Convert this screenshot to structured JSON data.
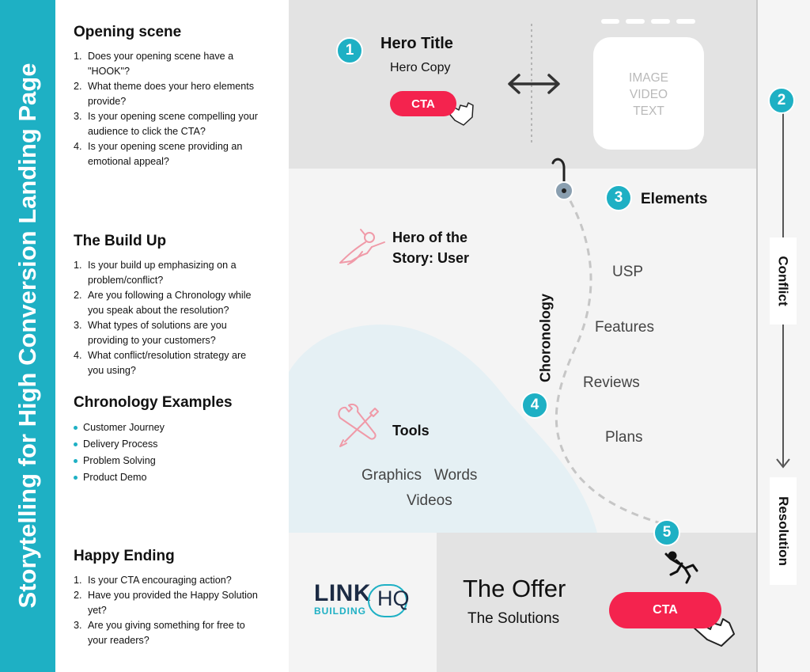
{
  "banner": {
    "title": "Storytelling for High Conversion Landing Page"
  },
  "checklist": {
    "opening": {
      "heading": "Opening scene",
      "items": [
        [
          "1.",
          "Does your opening scene have a",
          "\"HOOK\"?"
        ],
        [
          "2.",
          "What theme does your hero elements",
          "provide?"
        ],
        [
          "3.",
          "Is your opening scene compelling your",
          "audience to click the CTA?"
        ],
        [
          "4.",
          "Is your opening scene providing an",
          "emotional appeal?"
        ]
      ]
    },
    "buildup": {
      "heading": "The Build Up",
      "items": [
        [
          "1.",
          "Is your build up emphasizing on a",
          "problem/conflict?"
        ],
        [
          "2.",
          "Are you following a Chronology while",
          "you speak about the resolution?"
        ],
        [
          "3.",
          "What types of solutions are you",
          "providing to your customers?"
        ],
        [
          "4.",
          "What conflict/resolution strategy are",
          "you using?"
        ]
      ]
    },
    "chronology": {
      "heading": "Chronology Examples",
      "items": [
        "Customer Journey",
        "Delivery Process",
        "Problem Solving",
        "Product Demo"
      ]
    },
    "ending": {
      "heading": "Happy Ending",
      "items": [
        [
          "1.",
          "Is your CTA encouraging action?",
          ""
        ],
        [
          "2.",
          "Have you provided the Happy Solution",
          "yet?"
        ],
        [
          "3.",
          "Are you giving something for free to",
          "your readers?"
        ]
      ]
    }
  },
  "diagram": {
    "hero": {
      "number": "1",
      "title": "Hero Title",
      "copy": "Hero Copy",
      "cta": "CTA",
      "image_lines": [
        "IMAGE",
        "VIDEO",
        "TEXT"
      ]
    },
    "conflict": {
      "number": "2",
      "label": "Conflict"
    },
    "resolution": {
      "label": "Resolution"
    },
    "elements": {
      "number": "3",
      "title": "Elements",
      "items": [
        "USP",
        "Features",
        "Reviews",
        "Plans"
      ]
    },
    "hero_story": {
      "line1": "Hero of the",
      "line2": "Story: User"
    },
    "chronology": {
      "number": "4",
      "label": "Choronology"
    },
    "tools": {
      "title": "Tools",
      "line1": "Graphics   Words",
      "line2": "Videos"
    },
    "offer": {
      "number": "5",
      "title": "The Offer",
      "subtitle": "The Solutions",
      "cta": "CTA"
    },
    "logo": {
      "link": "LINK",
      "building": "BUILDING",
      "hq": "HQ"
    }
  },
  "colors": {
    "accent": "#1eb0c4",
    "cta": "#f4234e",
    "pink_icon": "#f09aa8",
    "dark": "#111111"
  }
}
